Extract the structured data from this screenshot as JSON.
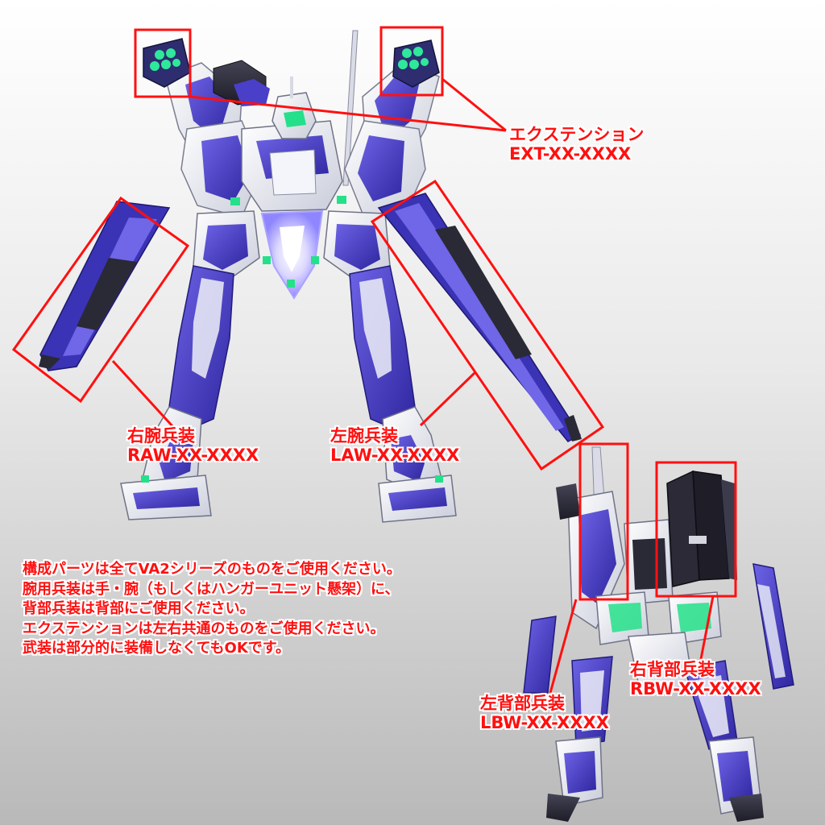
{
  "labels": {
    "extension": {
      "name": "エクステンション",
      "code": "EXT-XX-XXXX"
    },
    "right_arm": {
      "name": "右腕兵装",
      "code": "RAW-XX-XXXX"
    },
    "left_arm": {
      "name": "左腕兵装",
      "code": "LAW-XX-XXXX"
    },
    "left_back": {
      "name": "左背部兵装",
      "code": "LBW-XX-XXXX"
    },
    "right_back": {
      "name": "右背部兵装",
      "code": "RBW-XX-XXXX"
    }
  },
  "notes": [
    "構成パーツは全てVA2シリーズのものをご使用ください。",
    "腕用兵装は手・腕（もしくはハンガーユニット懸架）に、",
    "背部兵装は背部にご使用ください。",
    "エクステンションは左右共通のものをご使用ください。",
    "武装は部分的に装備しなくてもOKです。"
  ],
  "colors": {
    "annotation": "#ff1010",
    "armor_blue": "#4a3fc8",
    "armor_white": "#eef0f8",
    "frame_dark": "#2b2a38",
    "glow_green": "#25e08a"
  }
}
